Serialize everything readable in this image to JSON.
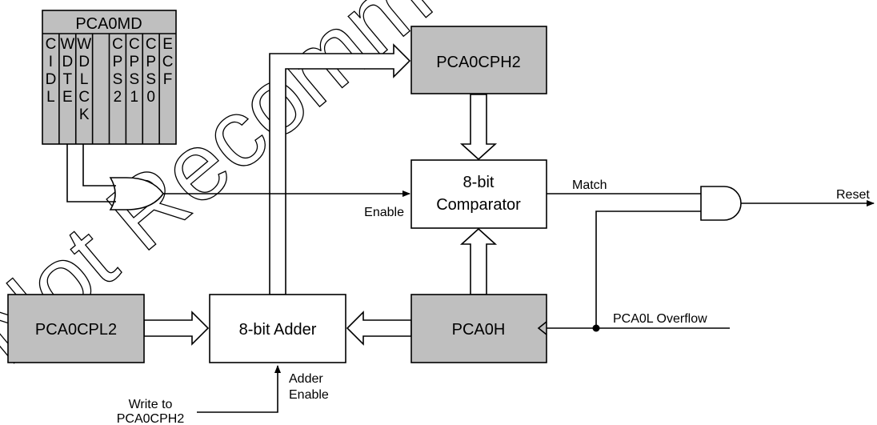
{
  "watermark": "Not Recommended",
  "register": {
    "title": "PCA0MD",
    "bits": [
      {
        "letters": [
          "C",
          "I",
          "D",
          "L"
        ]
      },
      {
        "letters": [
          "W",
          "D",
          "T",
          "E"
        ]
      },
      {
        "letters": [
          "W",
          "D",
          "L",
          "C",
          "K"
        ]
      },
      {
        "letters": []
      },
      {
        "letters": [
          "C",
          "P",
          "S",
          "2"
        ]
      },
      {
        "letters": [
          "C",
          "P",
          "S",
          "1"
        ]
      },
      {
        "letters": [
          "C",
          "P",
          "S",
          "0"
        ]
      },
      {
        "letters": [
          "E",
          "C",
          "F"
        ]
      }
    ]
  },
  "blocks": {
    "compare_high": "PCA0CPH2",
    "comparator_line1": "8-bit",
    "comparator_line2": "Comparator",
    "compare_low": "PCA0CPL2",
    "adder": "8-bit Adder",
    "counter_high": "PCA0H"
  },
  "signals": {
    "enable": "Enable",
    "match": "Match",
    "reset": "Reset",
    "overflow": "PCA0L Overflow",
    "adder_enable_1": "Adder",
    "adder_enable_2": "Enable",
    "write_to_1": "Write to",
    "write_to_2": "PCA0CPH2"
  }
}
